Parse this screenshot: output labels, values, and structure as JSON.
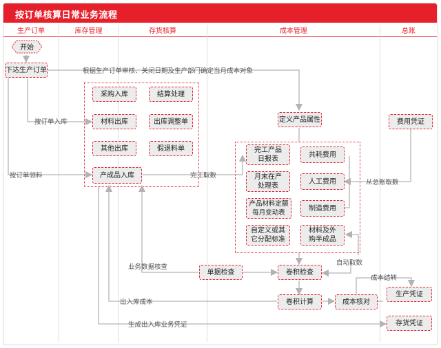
{
  "title": "按订单核算日常业务流程",
  "columns": [
    "生产订单",
    "库存管理",
    "存货核算",
    "成本管理",
    "总账"
  ],
  "nodes": {
    "start": "开始",
    "issue_order": "下达生产订单",
    "purchase_in": "采购入库",
    "settle": "结算处理",
    "material_out": "材料出库",
    "out_adjust": "出库调整单",
    "other_out": "其他出库",
    "fake_return": "假退料单",
    "product_in": "产成品入库",
    "define_attr": "定义产品属性",
    "expense_voucher": "费用凭证",
    "finished_daily": "完工产品\n日报表",
    "shared_cost": "共耗费用",
    "month_end_wip": "月末在产\n处理表",
    "labor_cost": "人工费用",
    "material_quota": "产品材料定额\n每月变动表",
    "mfg_cost": "制造费用",
    "custom_alloc": "自定义或其\n它分配标准",
    "outsource": "材料及外\n购半成品",
    "doc_check": "单据检查",
    "volume_check": "卷积检查",
    "volume_calc": "卷积计算",
    "cost_check": "成本核对",
    "prod_voucher": "生产凭证",
    "inv_voucher": "存货凭证"
  },
  "labels": {
    "determine": "根据生产订单审核、关闭日期及生产部门确定当月成本对象",
    "by_order_in": "按订单入库",
    "by_order_pick": "按订单领料",
    "complete_fetch": "完工取数",
    "gl_fetch": "从总账取数",
    "auto_fetch": "自动取数",
    "biz_check": "业务数据核查",
    "cost_carry": "成本结转",
    "io_cost": "出入库成本",
    "gen_voucher": "生成出入库业务凭证"
  }
}
